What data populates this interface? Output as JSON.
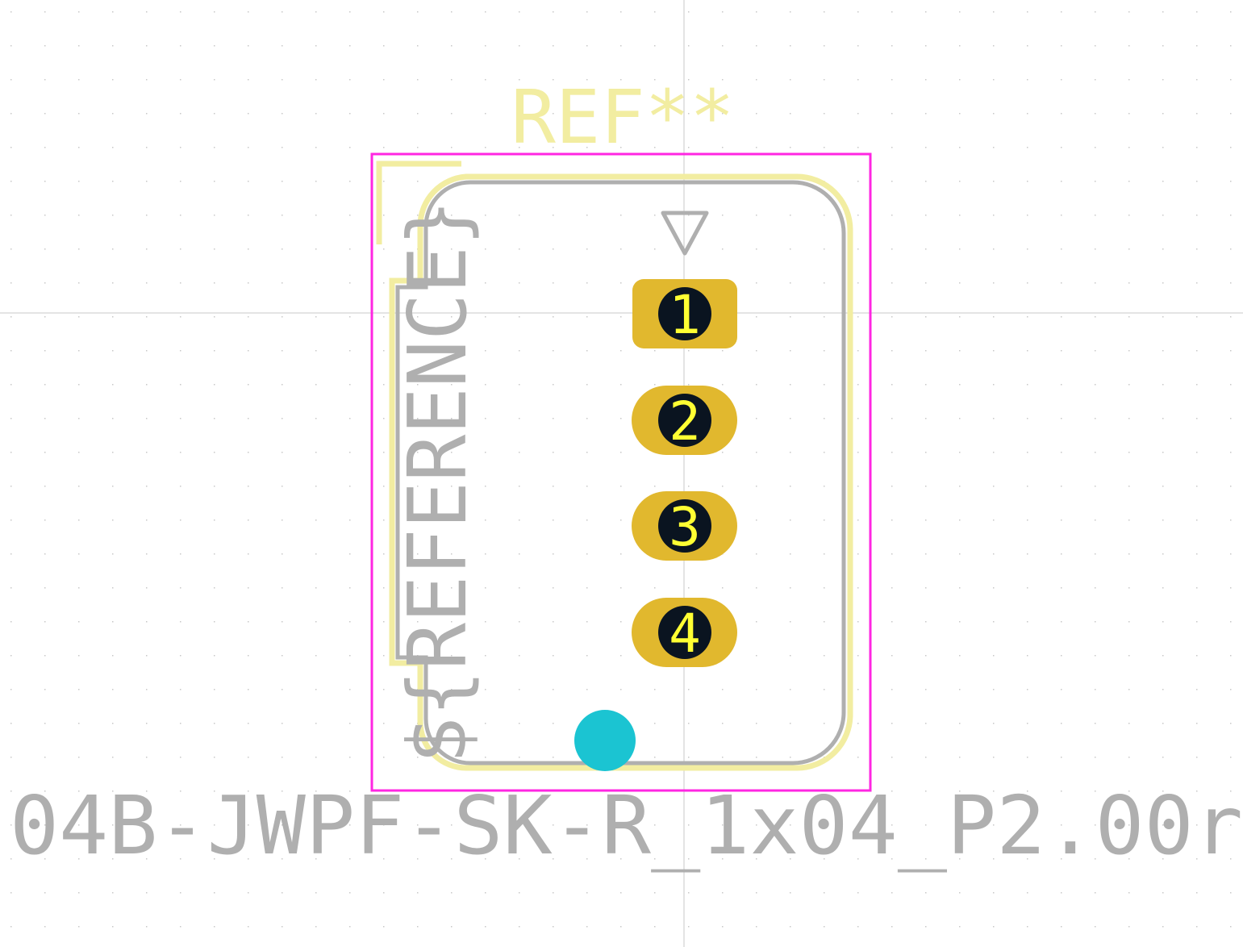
{
  "footprint": {
    "reference": "REF**",
    "reference_field": "${REFERENCE}",
    "value": "04B-JWPF-SK-R_1x04_P2.00r",
    "pads": [
      {
        "number": "1",
        "shape": "rect"
      },
      {
        "number": "2",
        "shape": "oval"
      },
      {
        "number": "3",
        "shape": "oval"
      },
      {
        "number": "4",
        "shape": "oval"
      }
    ]
  },
  "colors": {
    "background": "#ffffff",
    "grid": "#c8c8c8",
    "crosshair": "#c8c8c8",
    "courtyard": "#ff26e2",
    "silkscreen": "#f2eda1",
    "fabrication": "#afafaf",
    "pad": "#e1b82e",
    "drill": "#0a1420",
    "pad_number": "#ffff33",
    "marker": "#1bc4d2"
  }
}
